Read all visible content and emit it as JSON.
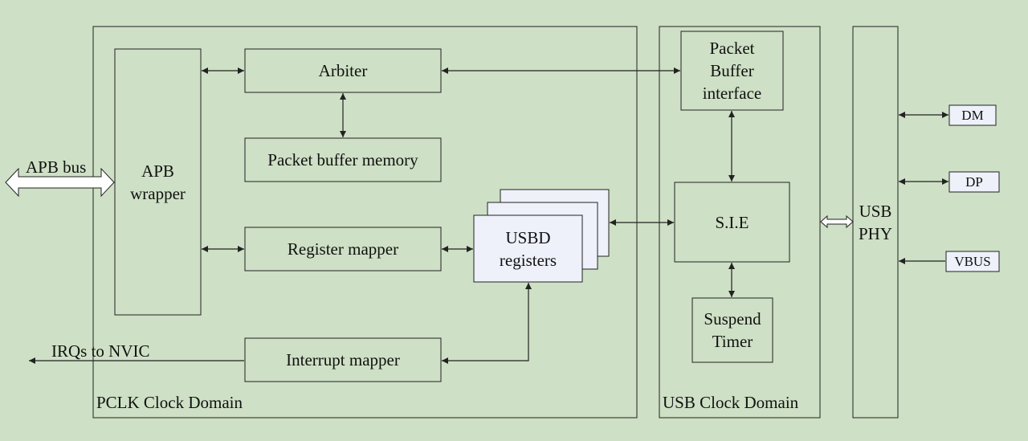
{
  "diagram": {
    "domains": {
      "pclk": "PCLK Clock Domain",
      "usb": "USB Clock Domain"
    },
    "blocks": {
      "apb_wrapper": "APB\nwrapper",
      "arbiter": "Arbiter",
      "packet_buffer_memory": "Packet buffer memory",
      "register_mapper": "Register mapper",
      "usbd_registers": "USBD\nregisters",
      "interrupt_mapper": "Interrupt mapper",
      "packet_buffer_interface": "Packet\nBuffer\ninterface",
      "sie": "S.I.E",
      "suspend_timer": "Suspend\nTimer",
      "usb_phy": "USB\nPHY"
    },
    "signals": {
      "apb_bus": "APB bus",
      "irqs": "IRQs to NVIC",
      "dm": "DM",
      "dp": "DP",
      "vbus": "VBUS"
    },
    "colors": {
      "background": "#cee0c5",
      "stroke": "#222222",
      "register_fill": "#eef0fa"
    }
  }
}
